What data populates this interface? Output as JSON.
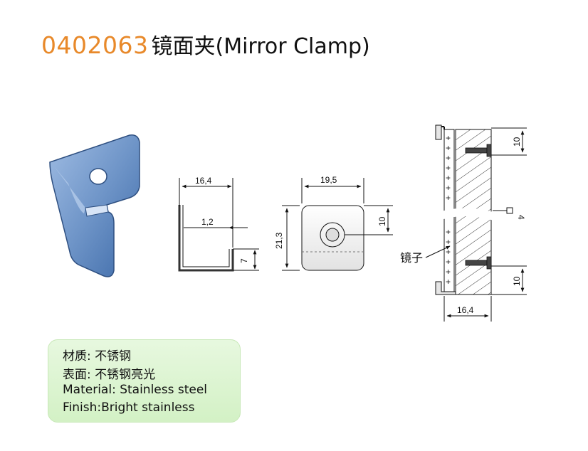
{
  "title": {
    "code": "0402063",
    "name": "镜面夹(Mirror Clamp)"
  },
  "dimensions": {
    "side_width": "16,4",
    "side_thickness": "1,2",
    "side_lip": "7",
    "front_width": "19,5",
    "front_height": "21,3",
    "front_hole": "10",
    "install_top": "10",
    "install_bottom": "10",
    "install_width": "16,4",
    "install_gap": "4"
  },
  "mirror_label": "镜子",
  "specs": [
    "材质: 不锈钢",
    "表面:  不锈钢亮光",
    "Material: Stainless steel",
    "Finish:Bright stainless"
  ],
  "colors": {
    "code": "#e8892a",
    "clamp": "#6f95c8",
    "box": "#d9f3cc"
  }
}
